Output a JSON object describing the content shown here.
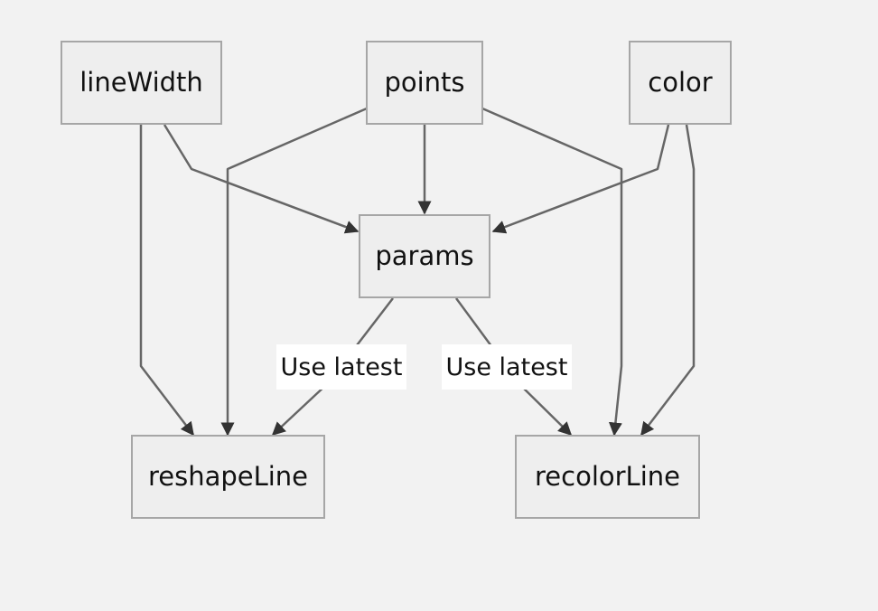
{
  "diagram": {
    "type": "flowchart",
    "background_color": "#f2f2f2",
    "node_fill": "#eeeeee",
    "node_border": "#a6a6a6",
    "edge_color": "#666666",
    "arrowhead_color": "#333333",
    "nodes": {
      "lineWidth": "lineWidth",
      "points": "points",
      "color": "color",
      "params": "params",
      "reshapeLine": "reshapeLine",
      "recolorLine": "recolorLine"
    },
    "edges": [
      {
        "from": "lineWidth",
        "to": "params",
        "label": ""
      },
      {
        "from": "points",
        "to": "params",
        "label": ""
      },
      {
        "from": "color",
        "to": "params",
        "label": ""
      },
      {
        "from": "lineWidth",
        "to": "reshapeLine",
        "label": ""
      },
      {
        "from": "points",
        "to": "reshapeLine",
        "label": ""
      },
      {
        "from": "params",
        "to": "reshapeLine",
        "label": "Use latest"
      },
      {
        "from": "points",
        "to": "recolorLine",
        "label": ""
      },
      {
        "from": "params",
        "to": "recolorLine",
        "label": "Use latest"
      },
      {
        "from": "color",
        "to": "recolorLine",
        "label": ""
      }
    ],
    "edge_labels": {
      "params_reshapeLine": "Use latest",
      "params_recolorLine": "Use latest"
    }
  }
}
